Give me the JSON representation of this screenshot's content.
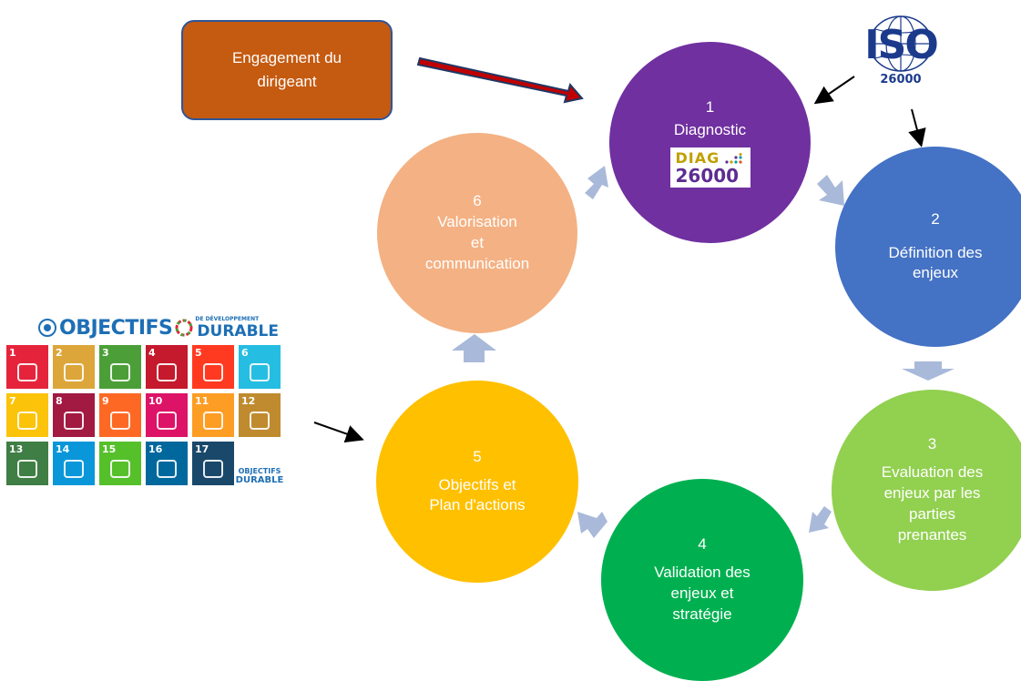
{
  "engagement": {
    "label": "Engagement du\ndirigeant"
  },
  "steps": [
    {
      "number": "1",
      "label": "Diagnostic",
      "color": "#7030a0"
    },
    {
      "number": "2",
      "label": "Définition des\nenjeux",
      "color": "#4472c4"
    },
    {
      "number": "3",
      "label": "Evaluation des\nenjeux par les\nparties\nprenantes",
      "color": "#92d050"
    },
    {
      "number": "4",
      "label": "Validation des\nenjeux et\nstratégie",
      "color": "#00b050"
    },
    {
      "number": "5",
      "label": "Objectifs et\nPlan d'actions",
      "color": "#ffc000"
    },
    {
      "number": "6",
      "label": "Valorisation\net\ncommunication",
      "color": "#f4b183"
    }
  ],
  "diag_logo": {
    "line1": "DIAG",
    "line2": "26000"
  },
  "iso_logo": {
    "text": "ISO",
    "number": "26000"
  },
  "sdg_image": {
    "title": "OBJECTIFS",
    "title_suffix": "DURABLE",
    "title_small": "DE DÉVELOPPEMENT",
    "goals": [
      "1",
      "2",
      "3",
      "4",
      "5",
      "6",
      "7",
      "8",
      "9",
      "10",
      "11",
      "12",
      "13",
      "14",
      "15",
      "16",
      "17"
    ],
    "logo_line1": "OBJECTIFS",
    "logo_line2": "DURABLE"
  },
  "colors": {
    "engagement_fill": "#c55a11",
    "engagement_border": "#2f5597",
    "red_arrow": "#c00000",
    "cycle_arrow": "#a9b9d9"
  }
}
